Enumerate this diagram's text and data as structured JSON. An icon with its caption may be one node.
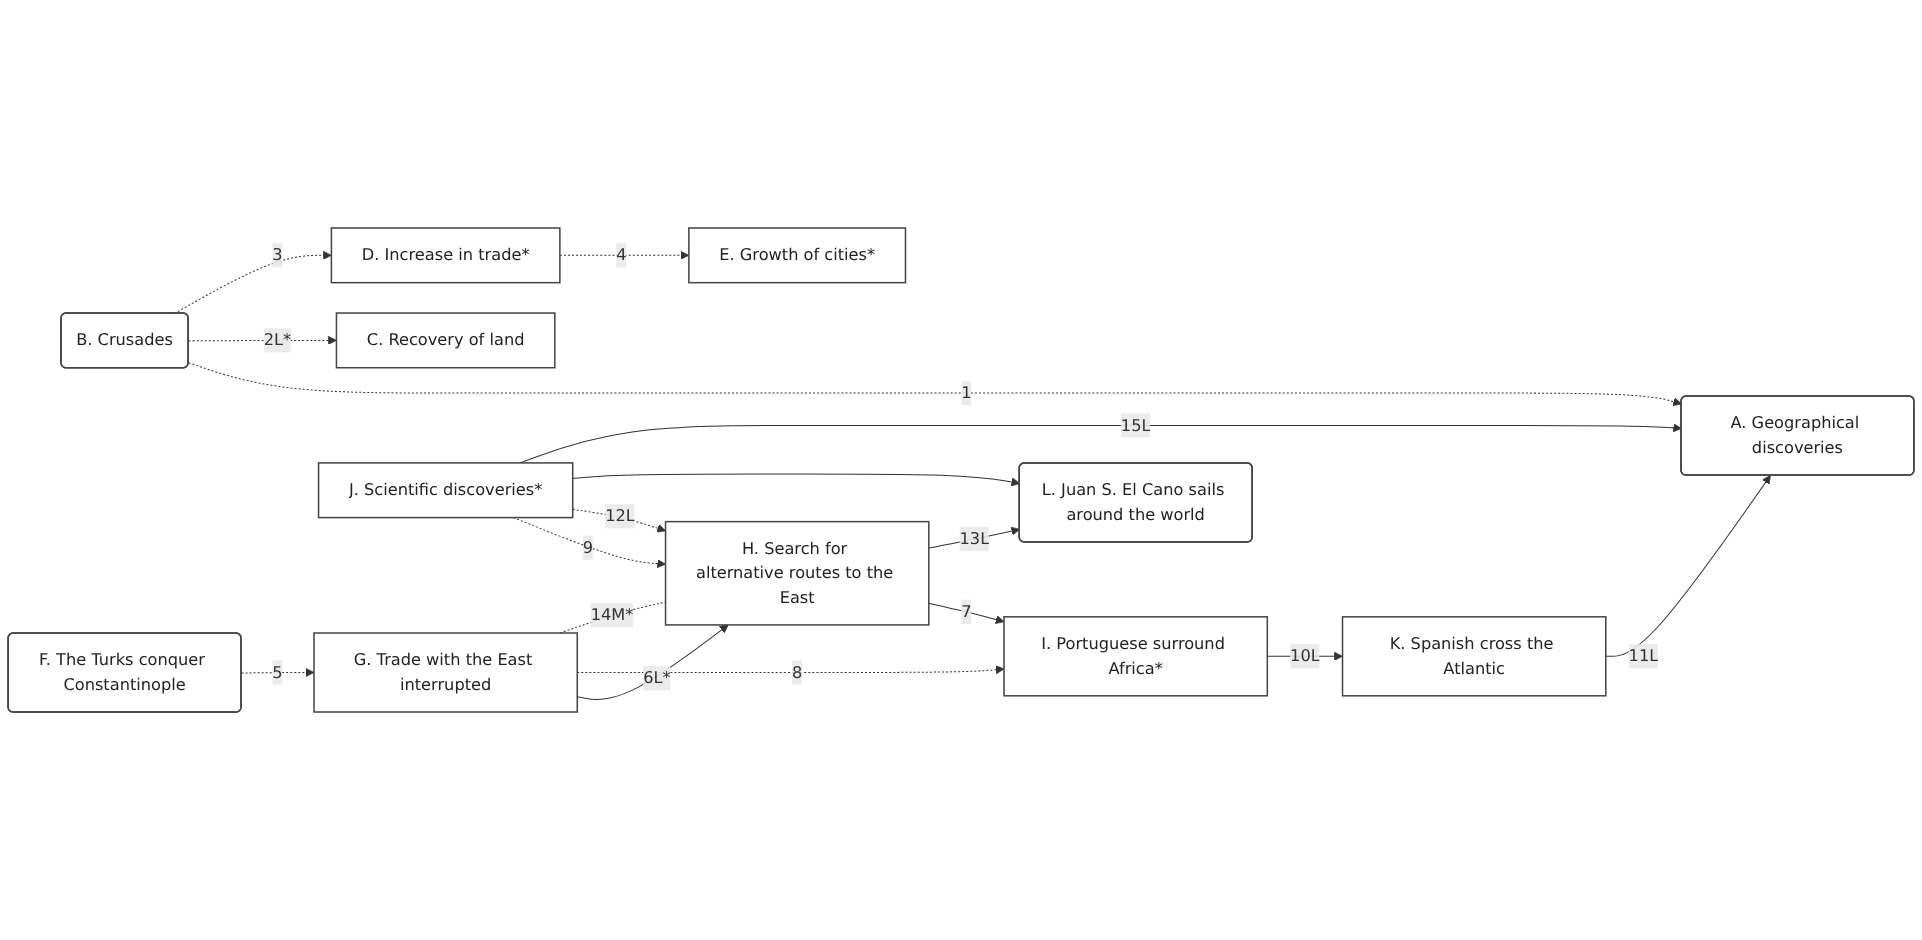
{
  "diagram": {
    "nodes": [
      {
        "text": [
          "B. Crusades"
        ]
      },
      {
        "text": [
          "C. Recovery of land"
        ]
      },
      {
        "text": [
          "A. Geographical discoveries"
        ]
      },
      {
        "text": [
          "D. Increase in trade*"
        ]
      },
      {
        "text": [
          "E. Growth of cities*"
        ]
      },
      {
        "text": [
          "F. The Turks conquer Constantinople"
        ]
      },
      {
        "text": [
          "G. Trade with the East interrupted"
        ]
      },
      {
        "text": [
          "H. Search for alternative routes to the East"
        ]
      },
      {
        "text": [
          "I. Portuguese surround Africa*"
        ]
      },
      {
        "text": [
          "K. Spanish cross the Atlantic"
        ]
      },
      {
        "text": [
          "L. Juan S. El Cano sails around the world"
        ]
      },
      {
        "text": [
          "J. Scientific discoveries*"
        ]
      }
    ],
    "edges": [
      {
        "from": 0,
        "to": 2,
        "arrow": "to",
        "label": "1",
        "style": "dashed"
      },
      {
        "from": 0,
        "to": 1,
        "arrow": "to",
        "label": "2L*",
        "style": "dashed"
      },
      {
        "from": 0,
        "to": 3,
        "arrow": "to",
        "label": "3",
        "style": "dashed"
      },
      {
        "from": 3,
        "to": 4,
        "arrow": "to",
        "label": "4",
        "style": "dashed"
      },
      {
        "from": 5,
        "to": 6,
        "arrow": "to",
        "label": "5",
        "style": "dashed"
      },
      {
        "from": 6,
        "to": 7,
        "arrow": "to",
        "label": "6L*"
      },
      {
        "from": 7,
        "to": 8,
        "arrow": "to",
        "label": "7"
      },
      {
        "from": 6,
        "to": 8,
        "arrow": "to",
        "label": "8",
        "style": "dashed"
      },
      {
        "from": 11,
        "to": 7,
        "arrow": "to",
        "label": "9",
        "style": "dashed"
      },
      {
        "from": 8,
        "to": 9,
        "arrow": "to",
        "label": "10L"
      },
      {
        "from": 9,
        "to": 2,
        "arrow": "to",
        "label": "11L"
      },
      {
        "from": 11,
        "to": 7,
        "arrow": "to",
        "label": "12L",
        "style": "dashed"
      },
      {
        "from": 7,
        "to": 10,
        "arrow": "to",
        "label": "13L"
      },
      {
        "from": 11,
        "to": 10,
        "arrow": "to"
      },
      {
        "from": 6,
        "to": 7,
        "arrow": "none",
        "label": "14M*",
        "style": "dashed"
      },
      {
        "from": 11,
        "to": 2,
        "arrow": "to",
        "label": "15L"
      }
    ]
  }
}
